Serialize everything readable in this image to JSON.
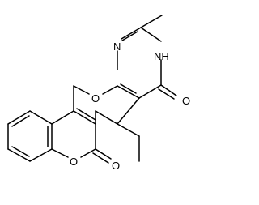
{
  "structure": {
    "atom_labels": {
      "n1": "N",
      "n2": "NH",
      "o_ring_top": "O",
      "o_carbonyl_right": "O",
      "o_lactone_ring": "O",
      "o_carbonyl_bottom": "O"
    }
  }
}
